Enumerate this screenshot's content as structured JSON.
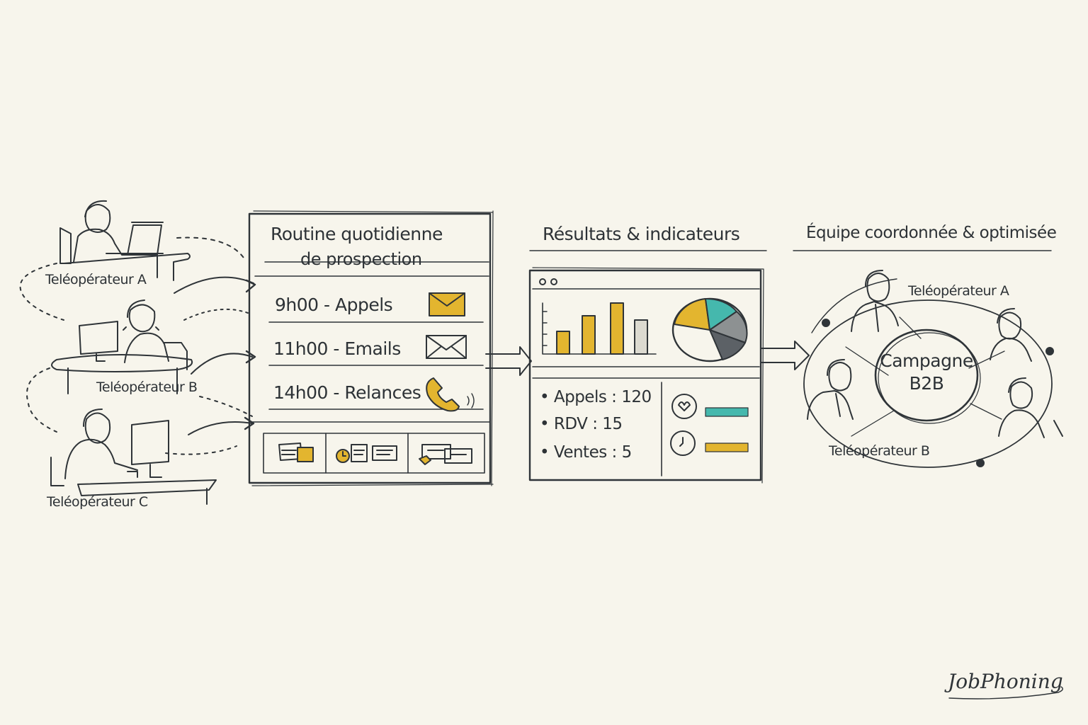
{
  "operators_left": [
    {
      "label": "Teléopérateur A"
    },
    {
      "label": "Teléopérateur B"
    },
    {
      "label": "Teléopérateur C"
    }
  ],
  "routine": {
    "title_line1": "Routine quotidienne",
    "title_line2": "de prospection",
    "items": [
      {
        "label": "9h00 - Appels",
        "icon": "envelope-yellow-icon"
      },
      {
        "label": "11h00 - Emails",
        "icon": "envelope-outline-icon"
      },
      {
        "label": "14h00 - Relances",
        "icon": "phone-icon"
      }
    ]
  },
  "results": {
    "title": "Résultats & indicateurs",
    "stats": [
      {
        "label": "• Appels : 120"
      },
      {
        "label": "• RDV : 15"
      },
      {
        "label": "• Ventes : 5"
      }
    ]
  },
  "team": {
    "title": "Équipe coordonnée & optimisée",
    "center_line1": "Campagne",
    "center_line2": "B2B",
    "operator_a": "Teléopérateur A",
    "operator_b": "Teléopérateur B"
  },
  "brand": "JobPhoning",
  "colors": {
    "background": "#f7f5ec",
    "ink": "#2f3438",
    "yellow": "#e3b52f",
    "teal": "#45b8ad"
  }
}
